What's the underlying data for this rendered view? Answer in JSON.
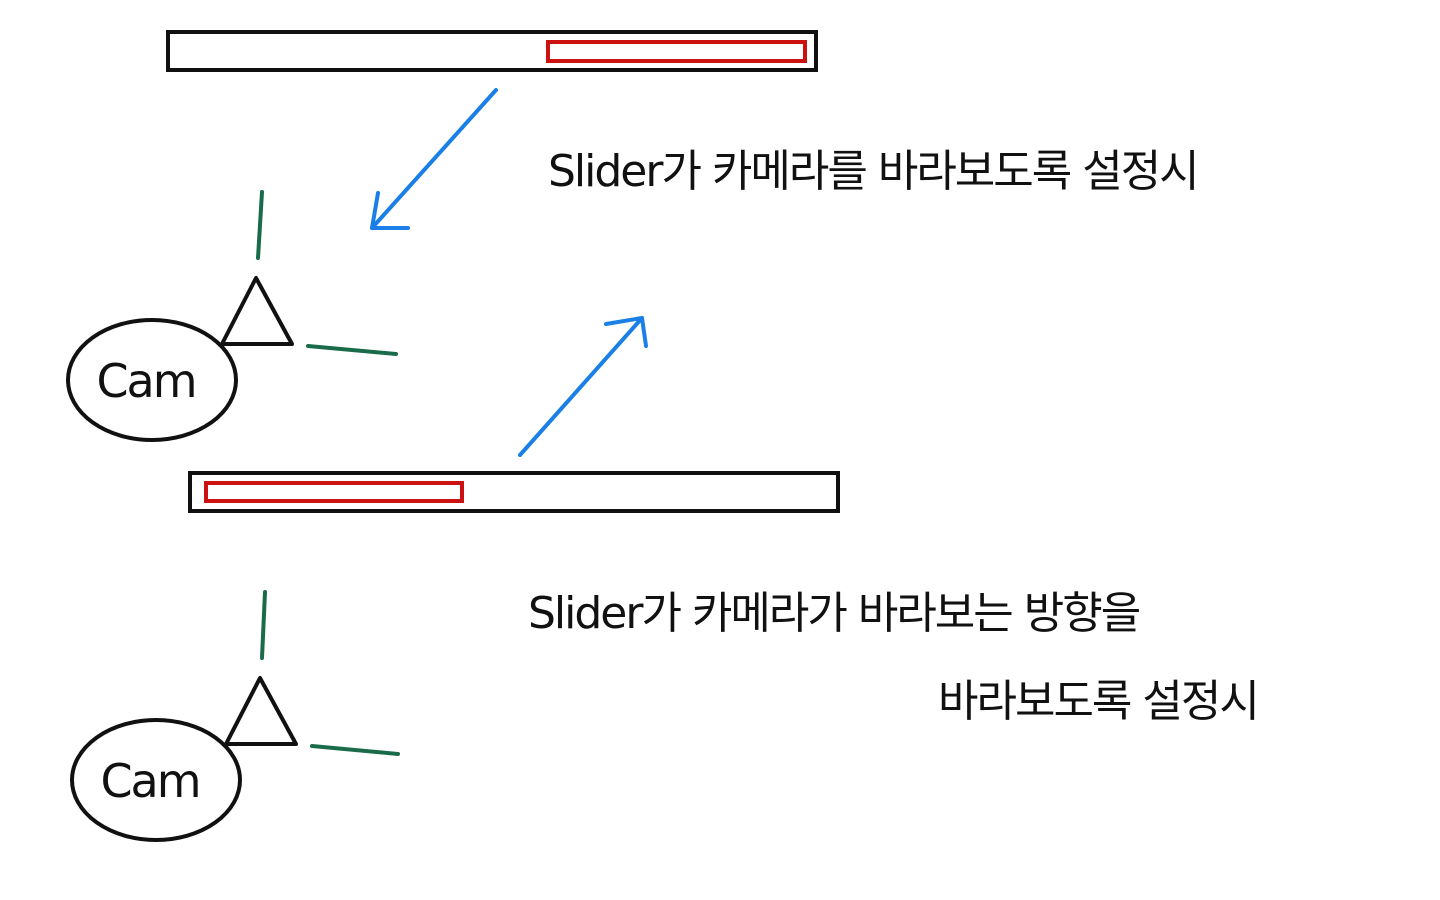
{
  "colors": {
    "outline": "#111111",
    "slider_fill": "#cc1111",
    "arrow": "#1a7fe6",
    "axis": "#1a6b4a"
  },
  "scenario_1": {
    "caption": "Slider가 카메라를 바라보도록 설정시",
    "camera_label": "Cam",
    "slider_fill_side": "right",
    "arrow_direction": "toward-camera"
  },
  "scenario_2": {
    "caption_line1": "Slider가 카메라가 바라보는 방향을",
    "caption_line2": "바라보도록 설정시",
    "camera_label": "Cam",
    "slider_fill_side": "left",
    "arrow_direction": "away-from-camera"
  }
}
